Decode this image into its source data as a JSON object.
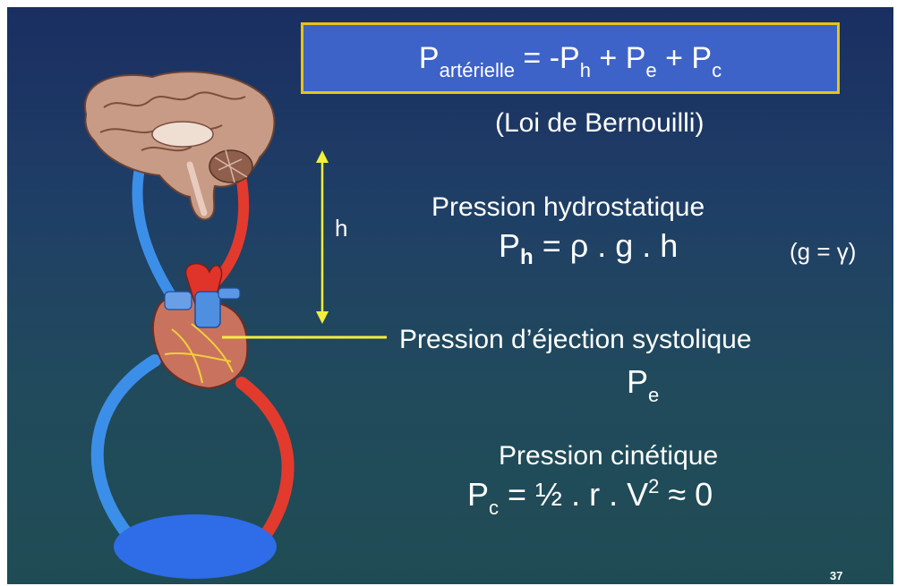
{
  "formula": {
    "p": "P",
    "p_sub": "artérielle",
    "rhs_1": " = -P",
    "rhs_1_sub": "h",
    "rhs_2": " + P",
    "rhs_2_sub": "e",
    "rhs_3": " + P",
    "rhs_3_sub": "c"
  },
  "law": "(Loi de Bernouilli)",
  "height_label": "h",
  "hydrostatic": {
    "title": "Pression hydrostatique",
    "p": "P",
    "p_sub": "h",
    "rhs": " = ρ . g . h",
    "note": "(g = γ)"
  },
  "ejection": {
    "title": "Pression d’éjection systolique",
    "p": "P",
    "p_sub": "e"
  },
  "kinetic": {
    "title": "Pression cinétique",
    "p": "P",
    "p_sub": "c",
    "rhs": " = ½ . r . V",
    "sup": "2",
    "tail": " ≈ 0"
  },
  "page_number": "37",
  "colors": {
    "formula_box": "#3e63c8",
    "formula_border": "#e8c21c",
    "arterial": "#e33a2e",
    "venous": "#3c8fe8",
    "pointer": "#f3ee3a",
    "body_blob": "#2f6ce8"
  }
}
